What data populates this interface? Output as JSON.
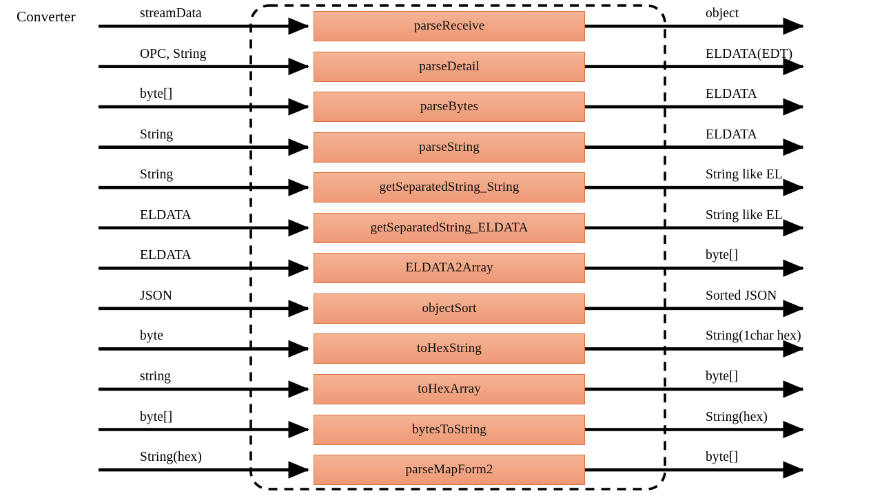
{
  "diagram": {
    "title": "Converter",
    "boundary_name": "converter-module-boundary",
    "colors": {
      "box_fill_top": "#F4B396",
      "box_fill_bottom": "#EE9977",
      "box_border": "#D8703E",
      "arrow": "#000000",
      "boundary": "#000000",
      "background": "#FFFFFF"
    },
    "rows": [
      {
        "input": "streamData",
        "function": "parseReceive",
        "output": "object"
      },
      {
        "input": "OPC, String",
        "function": "parseDetail",
        "output": "ELDATA(EDT)"
      },
      {
        "input": "byte[]",
        "function": "parseBytes",
        "output": "ELDATA"
      },
      {
        "input": "String",
        "function": "parseString",
        "output": "ELDATA"
      },
      {
        "input": "String",
        "function": "getSeparatedString_String",
        "output": "String like EL"
      },
      {
        "input": "ELDATA",
        "function": "getSeparatedString_ELDATA",
        "output": "String like EL"
      },
      {
        "input": "ELDATA",
        "function": "ELDATA2Array",
        "output": "byte[]"
      },
      {
        "input": "JSON",
        "function": "objectSort",
        "output": "Sorted JSON"
      },
      {
        "input": "byte",
        "function": "toHexString",
        "output": "String(1char hex)"
      },
      {
        "input": "string",
        "function": "toHexArray",
        "output": "byte[]"
      },
      {
        "input": "byte[]",
        "function": "bytesToString",
        "output": "String(hex)"
      },
      {
        "input": "String(hex)",
        "function": "parseMapForm2",
        "output": "byte[]"
      }
    ]
  }
}
